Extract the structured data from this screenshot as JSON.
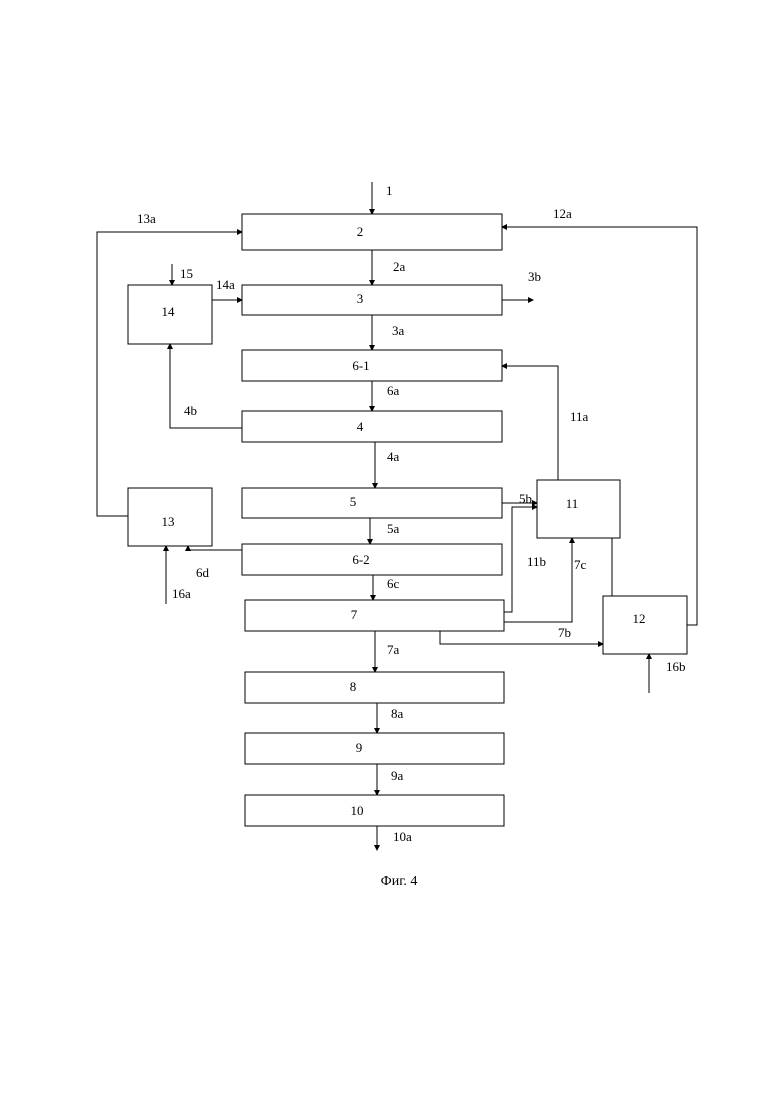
{
  "blocks": {
    "b2": "2",
    "b3": "3",
    "b6_1": "6-1",
    "b4": "4",
    "b5": "5",
    "b6_2": "6-2",
    "b7": "7",
    "b8": "8",
    "b9": "9",
    "b10": "10",
    "b11": "11",
    "b12": "12",
    "b13": "13",
    "b14": "14"
  },
  "flows": {
    "f1": "1",
    "f2a": "2a",
    "f3a": "3a",
    "f3b": "3b",
    "f4a": "4a",
    "f4b": "4b",
    "f5a": "5a",
    "f5b": "5b",
    "f6a": "6a",
    "f6c": "6c",
    "f6d": "6d",
    "f7a": "7a",
    "f7b": "7b",
    "f7c": "7c",
    "f8a": "8a",
    "f9a": "9a",
    "f10a": "10a",
    "f11a": "11a",
    "f11b": "11b",
    "f12a": "12a",
    "f13a": "13a",
    "f14a": "14a",
    "f15": "15",
    "f16a": "16a",
    "f16b": "16b"
  },
  "caption": "Фиг. 4"
}
